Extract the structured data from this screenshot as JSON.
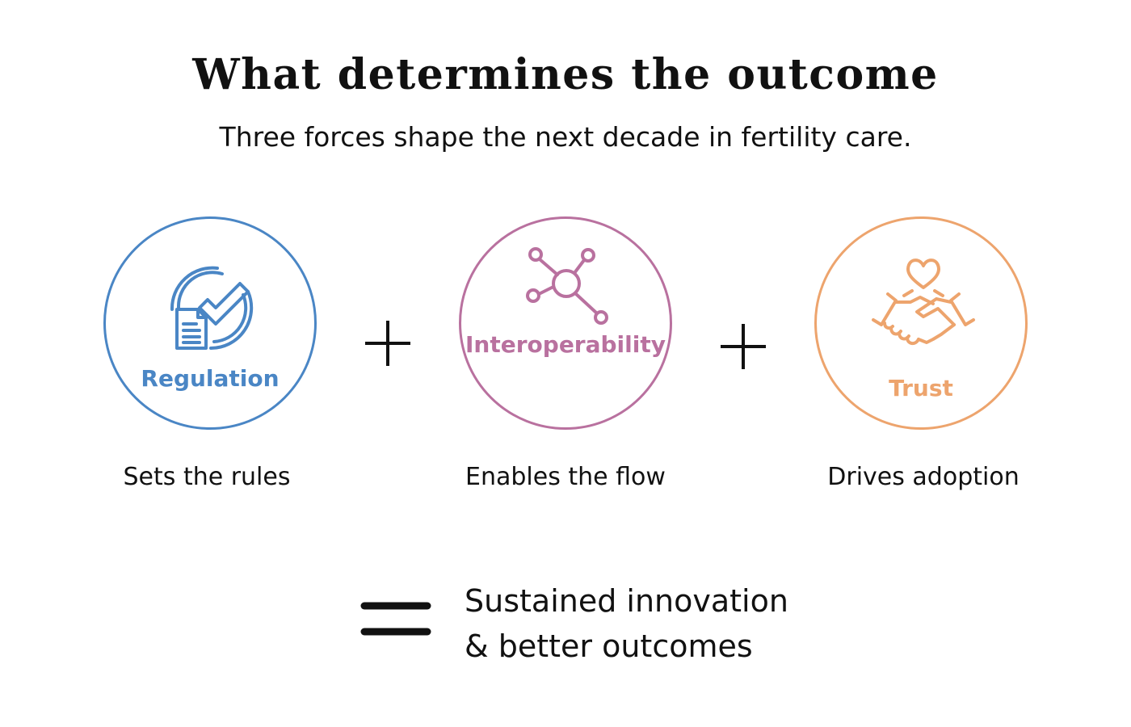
{
  "title": "What determines the outcome",
  "subtitle": "Three forces shape the next decade in fertility care.",
  "forces": [
    {
      "label": "Regulation",
      "caption": "Sets the rules",
      "color": "#4a86c5",
      "icon": "document-check-icon"
    },
    {
      "label": "Interoperability",
      "caption": "Enables the flow",
      "color": "#b9719f",
      "icon": "network-hub-icon"
    },
    {
      "label": "Trust",
      "caption": "Drives adoption",
      "color": "#eda46d",
      "icon": "handshake-heart-icon"
    }
  ],
  "operators": {
    "plus": "plus-icon",
    "equals": "equals-icon"
  },
  "result": {
    "line1": "Sustained innovation",
    "line2": "& better outcomes"
  }
}
